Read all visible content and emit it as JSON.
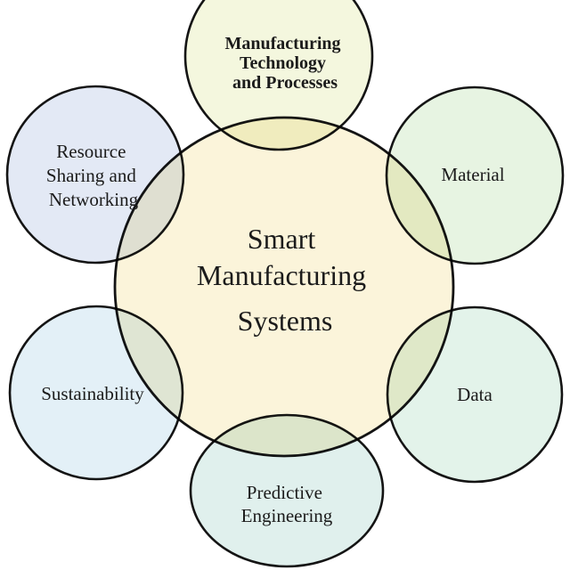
{
  "diagram": {
    "title": "Smart Manufacturing Systems",
    "background": "#ffffff",
    "stroke_color": "#141414",
    "text_color": "#1b1b1b",
    "center": {
      "label": "Smart Manufacturing Systems",
      "lines": [
        "Smart",
        "Manufacturing",
        "Systems"
      ],
      "fill": "#FBF4DA"
    },
    "nodes": {
      "manufacturing_technology": {
        "label": "Manufacturing Technology and Processes",
        "lines": [
          "Manufacturing",
          "Technology",
          "and Processes"
        ],
        "fill": "#F4F7DE"
      },
      "material": {
        "label": "Material",
        "lines": [
          "Material"
        ],
        "fill": "#E7F4E2"
      },
      "data": {
        "label": "Data",
        "lines": [
          "Data"
        ],
        "fill": "#E3F3EA"
      },
      "predictive_engineering": {
        "label": "Predictive Engineering",
        "lines": [
          "Predictive",
          "Engineering"
        ],
        "fill": "#E0F0ED"
      },
      "sustainability": {
        "label": "Sustainability",
        "lines": [
          "Sustainability"
        ],
        "fill": "#E3F0F7"
      },
      "resource_sharing": {
        "label": "Resource Sharing and Networking",
        "lines": [
          "Resource",
          "Sharing and",
          "Networking"
        ],
        "fill": "#E3E9F5"
      }
    }
  }
}
